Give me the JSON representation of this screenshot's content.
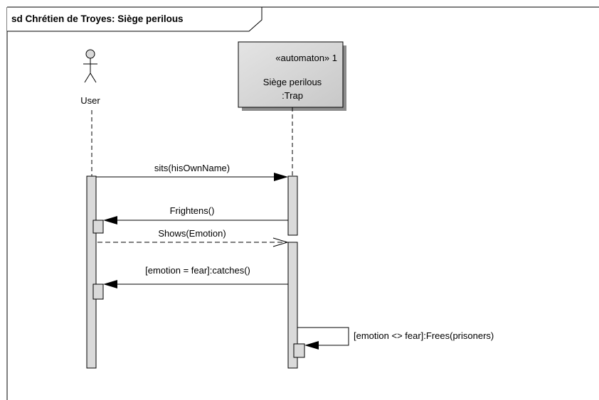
{
  "frame": {
    "title": "sd Chrétien de Troyes: Siège perilous"
  },
  "lifelines": [
    {
      "id": "user",
      "kind": "actor",
      "label": "User"
    },
    {
      "id": "trap",
      "kind": "object",
      "stereotype": "«automaton» 1",
      "name": "Siège perilous",
      "type": ":Trap"
    }
  ],
  "messages": [
    {
      "id": "sits",
      "from": "user",
      "to": "trap",
      "label": "sits(hisOwnName)",
      "style": "sync"
    },
    {
      "id": "frightens",
      "from": "trap",
      "to": "user",
      "label": "Frightens()",
      "style": "sync"
    },
    {
      "id": "shows",
      "from": "user",
      "to": "trap",
      "label": "Shows(Emotion)",
      "style": "return"
    },
    {
      "id": "catches",
      "from": "trap",
      "to": "user",
      "label": "[emotion = fear]:catches()",
      "style": "sync"
    },
    {
      "id": "frees",
      "from": "trap",
      "to": "trap",
      "label": "[emotion <> fear]:Frees(prisoners)",
      "style": "self"
    }
  ],
  "colors": {
    "object_fill": "#d6d6d6",
    "activation_fill": "#dadada",
    "line": "#000000"
  }
}
